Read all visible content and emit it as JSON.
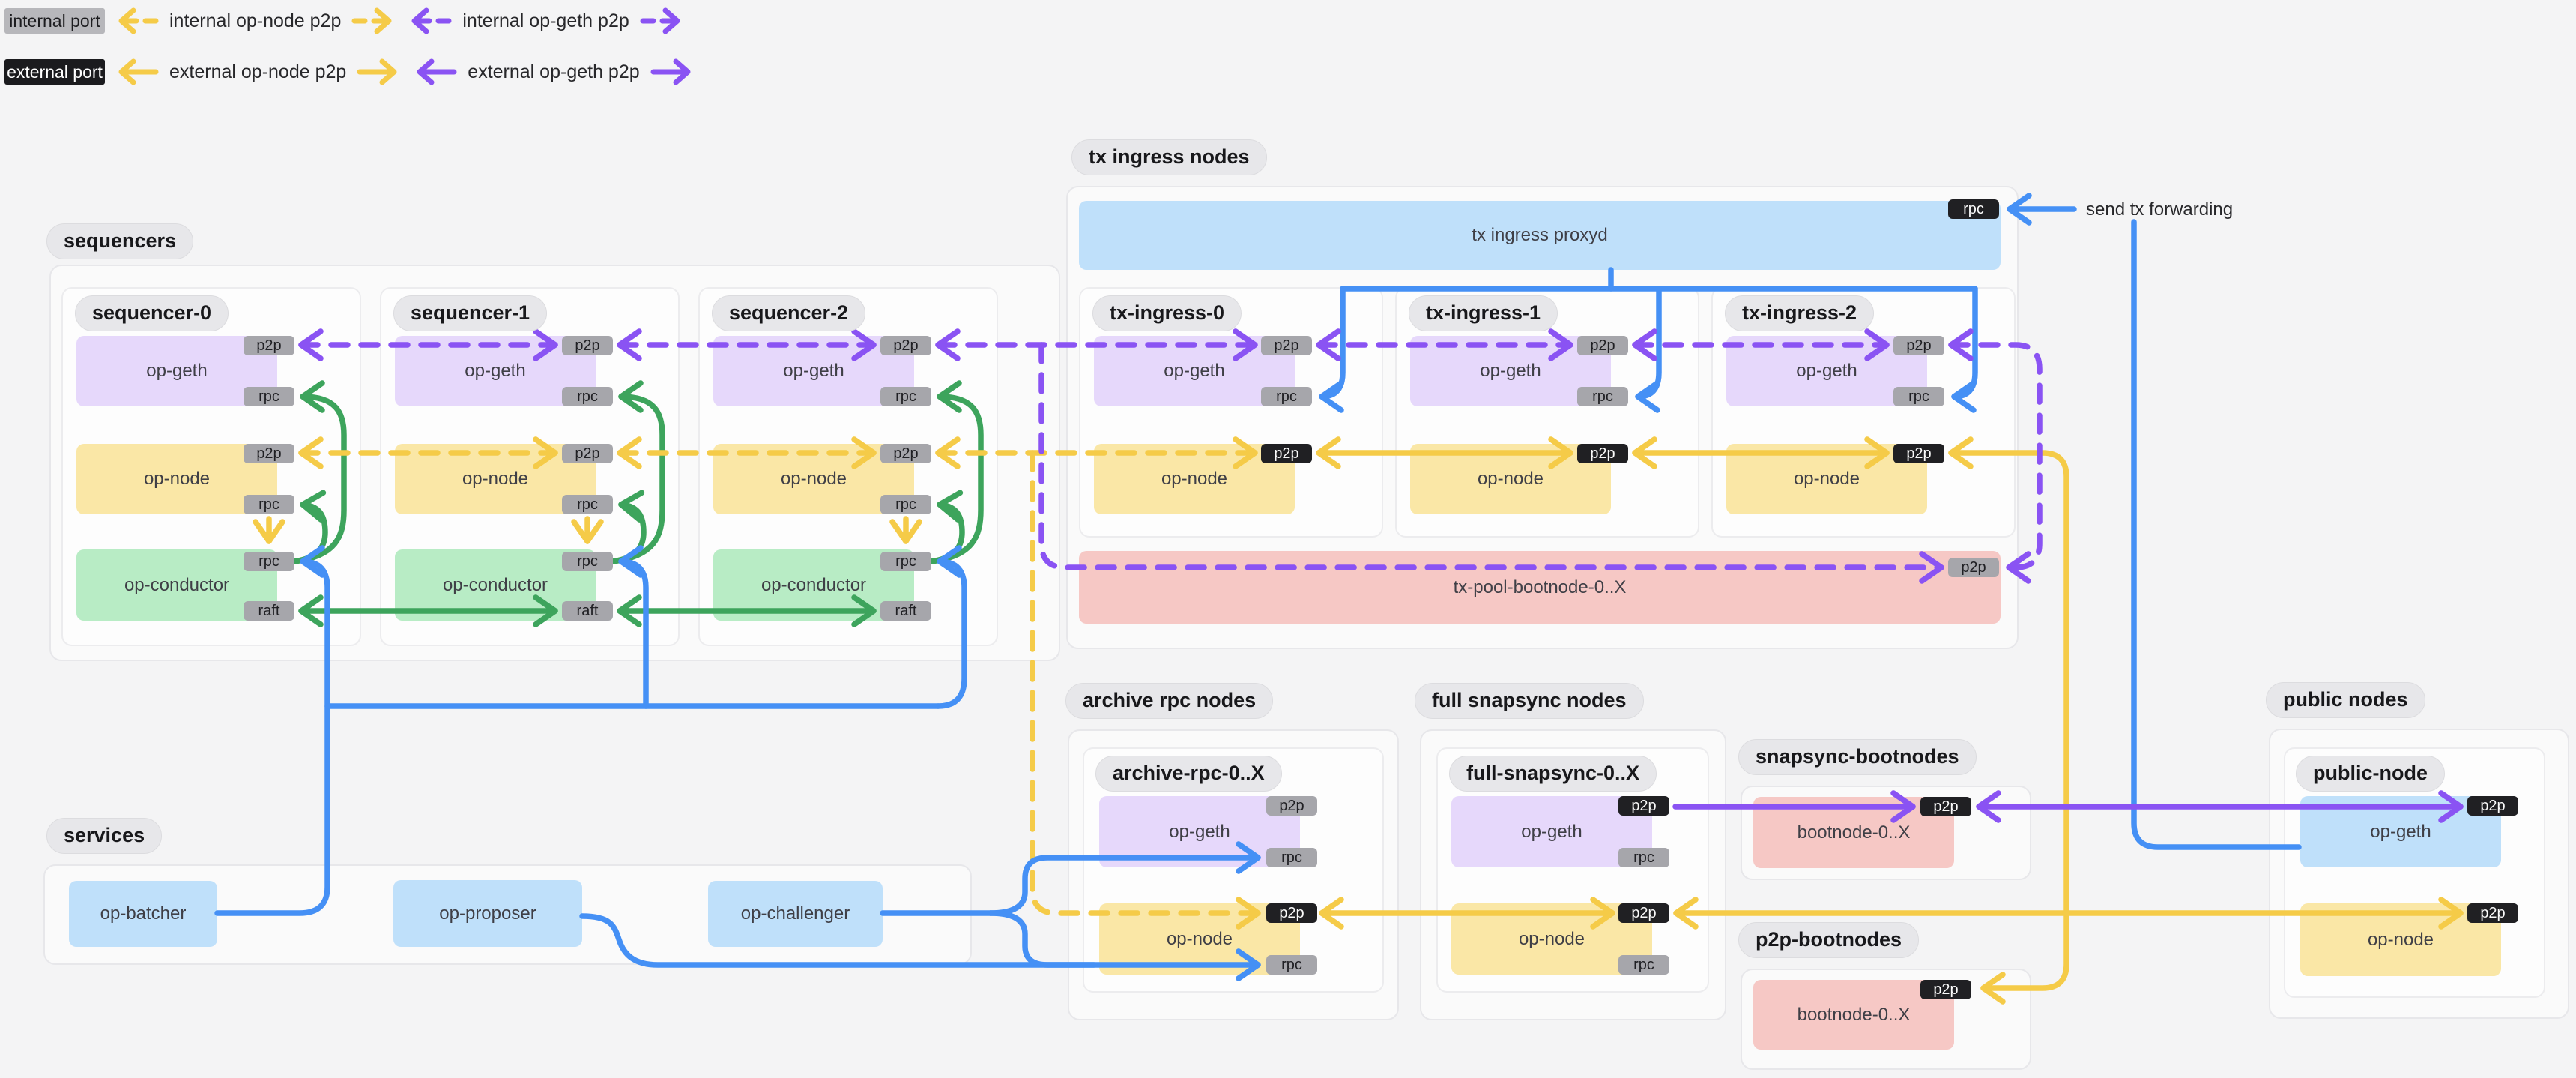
{
  "legend": {
    "internal_port": "internal port",
    "external_port": "external port",
    "internal_op_node_p2p": "internal op-node p2p",
    "internal_op_geth_p2p": "internal op-geth p2p",
    "external_op_node_p2p": "external op-node p2p",
    "external_op_geth_p2p": "external op-geth p2p"
  },
  "annotations": {
    "send_tx_forwarding": "send tx forwarding"
  },
  "colors": {
    "background": "#f4f4f5",
    "internal_port_badge": "#a6a6ab",
    "external_port_badge": "#202023",
    "op_geth_box": "#e6d8fb",
    "op_node_box": "#fae7a6",
    "op_conductor_box": "#b8ecc5",
    "service_box": "#bfe0fa",
    "bootnode_box": "#f6c8c5",
    "op_node_p2p_arrow": "#f5cb48",
    "op_geth_p2p_arrow": "#8a53f3",
    "raft_conductor_arrow": "#3da45c",
    "rpc_arrow": "#4590f5"
  },
  "groups": [
    {
      "id": "sequencers",
      "label": "sequencers",
      "nodes": [],
      "items": [
        {
          "id": "sequencer-0",
          "label": "sequencer-0",
          "nodes": [
            {
              "label": "op-geth",
              "color": "purple",
              "badges": [
                {
                  "text": "p2p",
                  "port": "internal"
                },
                {
                  "text": "rpc",
                  "port": "internal"
                }
              ]
            },
            {
              "label": "op-node",
              "color": "yellow",
              "badges": [
                {
                  "text": "p2p",
                  "port": "internal"
                },
                {
                  "text": "rpc",
                  "port": "internal"
                }
              ]
            },
            {
              "label": "op-conductor",
              "color": "green",
              "badges": [
                {
                  "text": "rpc",
                  "port": "internal"
                },
                {
                  "text": "raft",
                  "port": "internal"
                }
              ]
            }
          ]
        },
        {
          "id": "sequencer-1",
          "label": "sequencer-1",
          "nodes": [
            {
              "label": "op-geth",
              "color": "purple",
              "badges": [
                {
                  "text": "p2p",
                  "port": "internal"
                },
                {
                  "text": "rpc",
                  "port": "internal"
                }
              ]
            },
            {
              "label": "op-node",
              "color": "yellow",
              "badges": [
                {
                  "text": "p2p",
                  "port": "internal"
                },
                {
                  "text": "rpc",
                  "port": "internal"
                }
              ]
            },
            {
              "label": "op-conductor",
              "color": "green",
              "badges": [
                {
                  "text": "rpc",
                  "port": "internal"
                },
                {
                  "text": "raft",
                  "port": "internal"
                }
              ]
            }
          ]
        },
        {
          "id": "sequencer-2",
          "label": "sequencer-2",
          "nodes": [
            {
              "label": "op-geth",
              "color": "purple",
              "badges": [
                {
                  "text": "p2p",
                  "port": "internal"
                },
                {
                  "text": "rpc",
                  "port": "internal"
                }
              ]
            },
            {
              "label": "op-node",
              "color": "yellow",
              "badges": [
                {
                  "text": "p2p",
                  "port": "internal"
                },
                {
                  "text": "rpc",
                  "port": "internal"
                }
              ]
            },
            {
              "label": "op-conductor",
              "color": "green",
              "badges": [
                {
                  "text": "rpc",
                  "port": "internal"
                },
                {
                  "text": "raft",
                  "port": "internal"
                }
              ]
            }
          ]
        }
      ]
    },
    {
      "id": "tx-ingress",
      "label": "tx ingress nodes",
      "nodes": [
        {
          "label": "tx ingress proxyd",
          "color": "blue",
          "badges": [
            {
              "text": "rpc",
              "port": "external"
            }
          ]
        },
        {
          "label": "tx-pool-bootnode-0..X",
          "color": "pink",
          "badges": [
            {
              "text": "p2p",
              "port": "internal"
            }
          ]
        }
      ],
      "items": [
        {
          "id": "tx-ingress-0",
          "label": "tx-ingress-0",
          "nodes": [
            {
              "label": "op-geth",
              "color": "purple",
              "badges": [
                {
                  "text": "p2p",
                  "port": "internal"
                },
                {
                  "text": "rpc",
                  "port": "internal"
                }
              ]
            },
            {
              "label": "op-node",
              "color": "yellow",
              "badges": [
                {
                  "text": "p2p",
                  "port": "external"
                }
              ]
            }
          ]
        },
        {
          "id": "tx-ingress-1",
          "label": "tx-ingress-1",
          "nodes": [
            {
              "label": "op-geth",
              "color": "purple",
              "badges": [
                {
                  "text": "p2p",
                  "port": "internal"
                },
                {
                  "text": "rpc",
                  "port": "internal"
                }
              ]
            },
            {
              "label": "op-node",
              "color": "yellow",
              "badges": [
                {
                  "text": "p2p",
                  "port": "external"
                }
              ]
            }
          ]
        },
        {
          "id": "tx-ingress-2",
          "label": "tx-ingress-2",
          "nodes": [
            {
              "label": "op-geth",
              "color": "purple",
              "badges": [
                {
                  "text": "p2p",
                  "port": "internal"
                },
                {
                  "text": "rpc",
                  "port": "internal"
                }
              ]
            },
            {
              "label": "op-node",
              "color": "yellow",
              "badges": [
                {
                  "text": "p2p",
                  "port": "external"
                }
              ]
            }
          ]
        }
      ]
    },
    {
      "id": "archive-rpc",
      "label": "archive rpc nodes",
      "nodes": [],
      "items": [
        {
          "id": "archive-rpc-0-x",
          "label": "archive-rpc-0..X",
          "nodes": [
            {
              "label": "op-geth",
              "color": "purple",
              "badges": [
                {
                  "text": "p2p",
                  "port": "internal"
                },
                {
                  "text": "rpc",
                  "port": "internal"
                }
              ]
            },
            {
              "label": "op-node",
              "color": "yellow",
              "badges": [
                {
                  "text": "p2p",
                  "port": "external"
                },
                {
                  "text": "rpc",
                  "port": "internal"
                }
              ]
            }
          ]
        }
      ]
    },
    {
      "id": "full-snapsync",
      "label": "full snapsync nodes",
      "nodes": [],
      "items": [
        {
          "id": "full-snapsync-0-x",
          "label": "full-snapsync-0..X",
          "nodes": [
            {
              "label": "op-geth",
              "color": "purple",
              "badges": [
                {
                  "text": "p2p",
                  "port": "external"
                },
                {
                  "text": "rpc",
                  "port": "internal"
                }
              ]
            },
            {
              "label": "op-node",
              "color": "yellow",
              "badges": [
                {
                  "text": "p2p",
                  "port": "external"
                },
                {
                  "text": "rpc",
                  "port": "internal"
                }
              ]
            }
          ]
        }
      ]
    },
    {
      "id": "snapsync-bootnodes",
      "label": "snapsync-bootnodes",
      "nodes": [
        {
          "label": "bootnode-0..X",
          "color": "pink",
          "badges": [
            {
              "text": "p2p",
              "port": "external"
            }
          ]
        }
      ],
      "items": []
    },
    {
      "id": "p2p-bootnodes",
      "label": "p2p-bootnodes",
      "nodes": [
        {
          "label": "bootnode-0..X",
          "color": "pink",
          "badges": [
            {
              "text": "p2p",
              "port": "external"
            }
          ]
        }
      ],
      "items": []
    },
    {
      "id": "public-nodes",
      "label": "public nodes",
      "nodes": [],
      "items": [
        {
          "id": "public-node",
          "label": "public-node",
          "nodes": [
            {
              "label": "op-geth",
              "color": "blue",
              "badges": [
                {
                  "text": "p2p",
                  "port": "external"
                }
              ]
            },
            {
              "label": "op-node",
              "color": "yellow",
              "badges": [
                {
                  "text": "p2p",
                  "port": "external"
                }
              ]
            }
          ]
        }
      ]
    },
    {
      "id": "services",
      "label": "services",
      "nodes": [
        {
          "label": "op-batcher",
          "color": "blue",
          "badges": []
        },
        {
          "label": "op-proposer",
          "color": "blue",
          "badges": []
        },
        {
          "label": "op-challenger",
          "color": "blue",
          "badges": []
        }
      ],
      "items": []
    }
  ],
  "edges": [
    {
      "type": "internal op-geth p2p",
      "style": "purple dashed",
      "route": "sequencer-0 p2p <-> sequencer-1 p2p <-> sequencer-2 p2p <-> tx-ingress-0 p2p <-> tx-ingress-1 p2p <-> tx-ingress-2 p2p <-> tx-pool-bootnode-0..X p2p"
    },
    {
      "type": "internal op-node p2p",
      "style": "yellow dashed",
      "route": "sequencer-0 p2p <-> sequencer-1 p2p <-> sequencer-2 p2p <-> tx-ingress-0 p2p; sequencer bus -> archive-rpc-0..X op-node p2p"
    },
    {
      "type": "external op-node p2p",
      "style": "yellow solid",
      "route": "tx-ingress-0 <-> tx-ingress-1 <-> tx-ingress-2 <-> archive-rpc <-> full-snapsync <-> public-node op-node p2p; bus -> p2p-bootnodes bootnode p2p"
    },
    {
      "type": "external op-geth p2p",
      "style": "purple solid",
      "route": "full-snapsync op-geth p2p <-> snapsync-bootnodes bootnode p2p <-> public-node op-geth p2p"
    },
    {
      "type": "rpc",
      "style": "blue",
      "route": "send tx forwarding -> tx ingress proxyd rpc; proxyd -> tx-ingress-0/1/2 op-geth rpc; send tx line -> public-node op-geth; op-batcher -> sequencer-0/1/2 op-conductor rpc; op-challenger -> archive op-geth rpc; op-proposer & op-challenger -> archive op-node rpc"
    },
    {
      "type": "conductor control",
      "style": "green",
      "route": "op-conductor rpc -> own op-node rpc and op-geth rpc; raft <-> raft between sequencer-0/1/2"
    },
    {
      "type": "sequencer internal",
      "style": "yellow solid short",
      "route": "op-node rpc -> op-conductor rpc inside each sequencer"
    }
  ]
}
